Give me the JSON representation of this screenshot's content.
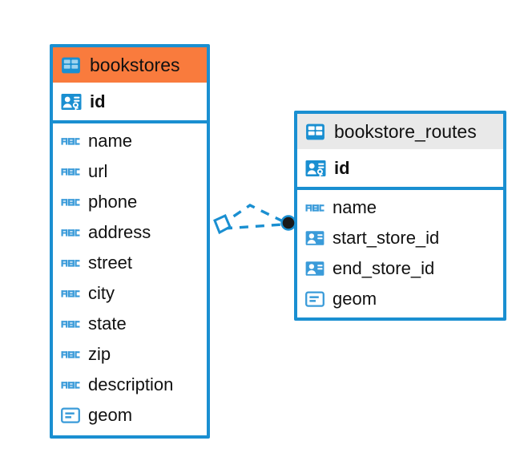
{
  "diagram": {
    "type": "entity-relationship-diagram",
    "background": "#ffffff",
    "accent_color": "#1a8fd1",
    "selected_header_color": "#f97b3d",
    "plain_header_color": "#e9e9e9",
    "text_color": "#111111"
  },
  "tables": [
    {
      "name": "bookstores",
      "icon": "table-icon",
      "header_state": "selected",
      "header_color": "#f97b3d",
      "primary_key": {
        "label": "id",
        "icon": "primary-key-icon",
        "type": "key"
      },
      "fields": [
        {
          "label": "name",
          "icon": "abc-icon",
          "type": "text"
        },
        {
          "label": "url",
          "icon": "abc-icon",
          "type": "text"
        },
        {
          "label": "phone",
          "icon": "abc-icon",
          "type": "text"
        },
        {
          "label": "address",
          "icon": "abc-icon",
          "type": "text"
        },
        {
          "label": "street",
          "icon": "abc-icon",
          "type": "text"
        },
        {
          "label": "city",
          "icon": "abc-icon",
          "type": "text"
        },
        {
          "label": "state",
          "icon": "abc-icon",
          "type": "text"
        },
        {
          "label": "zip",
          "icon": "abc-icon",
          "type": "text"
        },
        {
          "label": "description",
          "icon": "abc-icon",
          "type": "text"
        },
        {
          "label": "geom",
          "icon": "geometry-icon",
          "type": "geometry"
        }
      ]
    },
    {
      "name": "bookstore_routes",
      "icon": "table-icon",
      "header_state": "plain",
      "header_color": "#e9e9e9",
      "primary_key": {
        "label": "id",
        "icon": "primary-key-icon",
        "type": "key"
      },
      "fields": [
        {
          "label": "name",
          "icon": "abc-icon",
          "type": "text"
        },
        {
          "label": "start_store_id",
          "icon": "foreign-key-icon",
          "type": "reference"
        },
        {
          "label": "end_store_id",
          "icon": "foreign-key-icon",
          "type": "reference"
        },
        {
          "label": "geom",
          "icon": "geometry-icon",
          "type": "geometry"
        }
      ]
    }
  ],
  "relationship": {
    "source_table": "bookstores",
    "target_table": "bookstore_routes",
    "source_marker": "diamond-marker",
    "target_marker": "circle-marker",
    "line_style": "dashed",
    "line_color": "#1a8fd1",
    "target_marker_color": "#1a1a1a"
  }
}
